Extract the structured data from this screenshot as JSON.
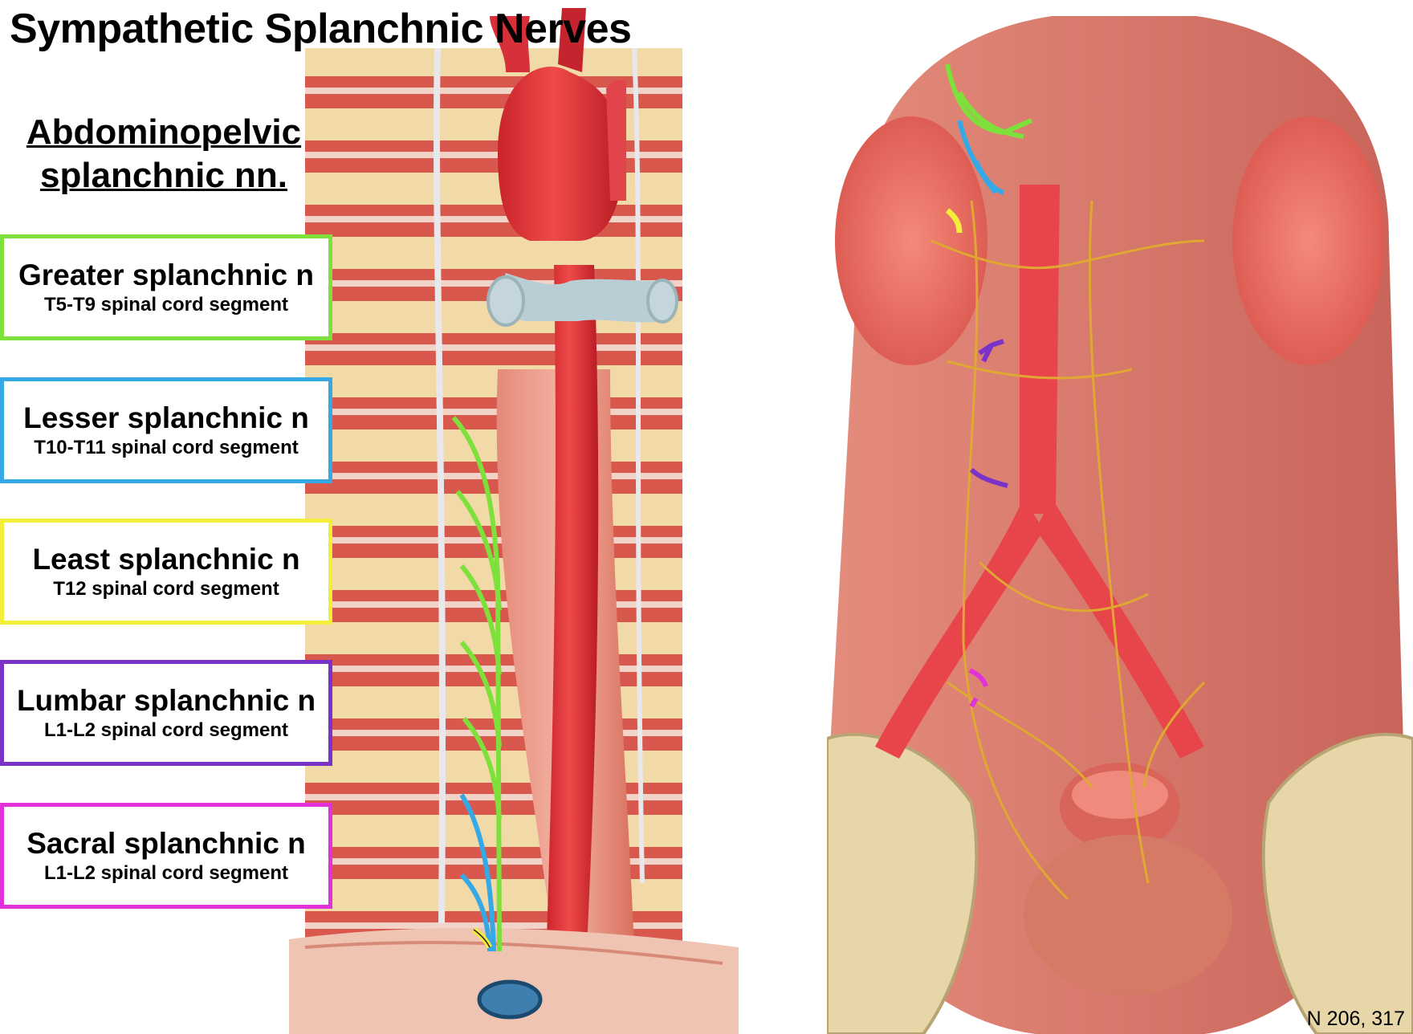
{
  "title": "Sympathetic Splanchnic Nerves",
  "subtitle": {
    "line1": "Abdominopelvic",
    "line2": "splanchnic nn."
  },
  "nerves": [
    {
      "name": "Greater splanchnic n",
      "segment": "T5-T9 spinal cord segment",
      "color": "#7ee03a"
    },
    {
      "name": "Lesser splanchnic n",
      "segment": "T10-T11 spinal cord segment",
      "color": "#35a9e6"
    },
    {
      "name": "Least splanchnic n",
      "segment": "T12 spinal cord segment",
      "color": "#f2ee3a"
    },
    {
      "name": "Lumbar splanchnic n",
      "segment": "L1-L2 spinal cord segment",
      "color": "#7b32c8"
    },
    {
      "name": "Sacral splanchnic n",
      "segment": "L1-L2 spinal cord segment",
      "color": "#e032d8"
    }
  ],
  "reference": "N 206, 317",
  "illustrations": {
    "left": "thoracic-sympathetic-trunk-illustration",
    "right": "abdominopelvic-autonomic-plexus-illustration"
  }
}
